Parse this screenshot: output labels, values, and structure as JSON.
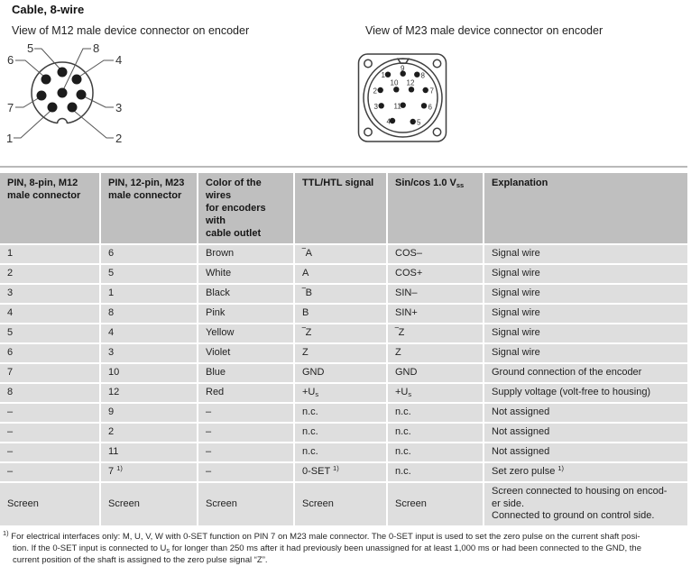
{
  "header": {
    "title": "Cable, 8-wire",
    "m12_caption": "View of M12 male device connector on encoder",
    "m23_caption": "View of M23 male device connector on encoder"
  },
  "m12": {
    "labels": {
      "p1": "1",
      "p2": "2",
      "p3": "3",
      "p4": "4",
      "p5": "5",
      "p6": "6",
      "p7": "7",
      "p8": "8"
    }
  },
  "m23": {
    "labels": {
      "p1": "1",
      "p2": "2",
      "p3": "3",
      "p4": "4",
      "p5": "5",
      "p6": "6",
      "p7": "7",
      "p8": "8",
      "p9": "9",
      "p10": "10",
      "p11": "11",
      "p12": "12"
    }
  },
  "table": {
    "columns": [
      "PIN, 8-pin, M12\nmale connector",
      "PIN, 12-pin, M23\nmale connector",
      "Color of the wires\nfor encoders with\ncable outlet",
      "TTL/HTL signal",
      "Sin/cos 1.0 V_{ss}",
      "Explanation"
    ],
    "rows": [
      [
        "1",
        "6",
        "Brown",
        "‾A",
        "COS–",
        "Signal wire"
      ],
      [
        "2",
        "5",
        "White",
        "A",
        "COS+",
        "Signal wire"
      ],
      [
        "3",
        "1",
        "Black",
        "‾B",
        "SIN–",
        "Signal wire"
      ],
      [
        "4",
        "8",
        "Pink",
        "B",
        "SIN+",
        "Signal wire"
      ],
      [
        "5",
        "4",
        "Yellow",
        "‾Z",
        "‾Z",
        "Signal wire"
      ],
      [
        "6",
        "3",
        "Violet",
        "Z",
        "Z",
        "Signal wire"
      ],
      [
        "7",
        "10",
        "Blue",
        "GND",
        "GND",
        "Ground connection of the encoder"
      ],
      [
        "8",
        "12",
        "Red",
        "+U_{s}",
        "+U_{s}",
        "Supply voltage (volt-free to housing)"
      ],
      [
        "–",
        "9",
        "–",
        "n.c.",
        "n.c.",
        "Not assigned"
      ],
      [
        "–",
        "2",
        "–",
        "n.c.",
        "n.c.",
        "Not assigned"
      ],
      [
        "–",
        "11",
        "–",
        "n.c.",
        "n.c.",
        "Not assigned"
      ],
      [
        "–",
        "7 ^{1)}",
        "–",
        "0-SET ^{1)}",
        "n.c.",
        "Set zero pulse ^{1)}"
      ],
      [
        "Screen",
        "Screen",
        "Screen",
        "Screen",
        "Screen",
        "Screen connected to housing on encod-\ner side.\nConnected to ground on control side."
      ]
    ]
  },
  "footnote": "^{1)} For electrical interfaces only: M, U, V, W with 0-SET function on PIN 7 on M23 male connector. The 0-SET input is used to set the zero pulse on the current shaft posi-\ntion. If the 0-SET input is connected to U_{s} for longer than 250 ms after it had previously been unassigned for at least 1,000 ms or had been connected to the GND, the\ncurrent position of the shaft is assigned to the zero pulse signal “Z”.",
  "colors": {
    "header_bg": "#bfbfbf",
    "row_bg": "#dedede",
    "rule": "#b9b9b9"
  }
}
